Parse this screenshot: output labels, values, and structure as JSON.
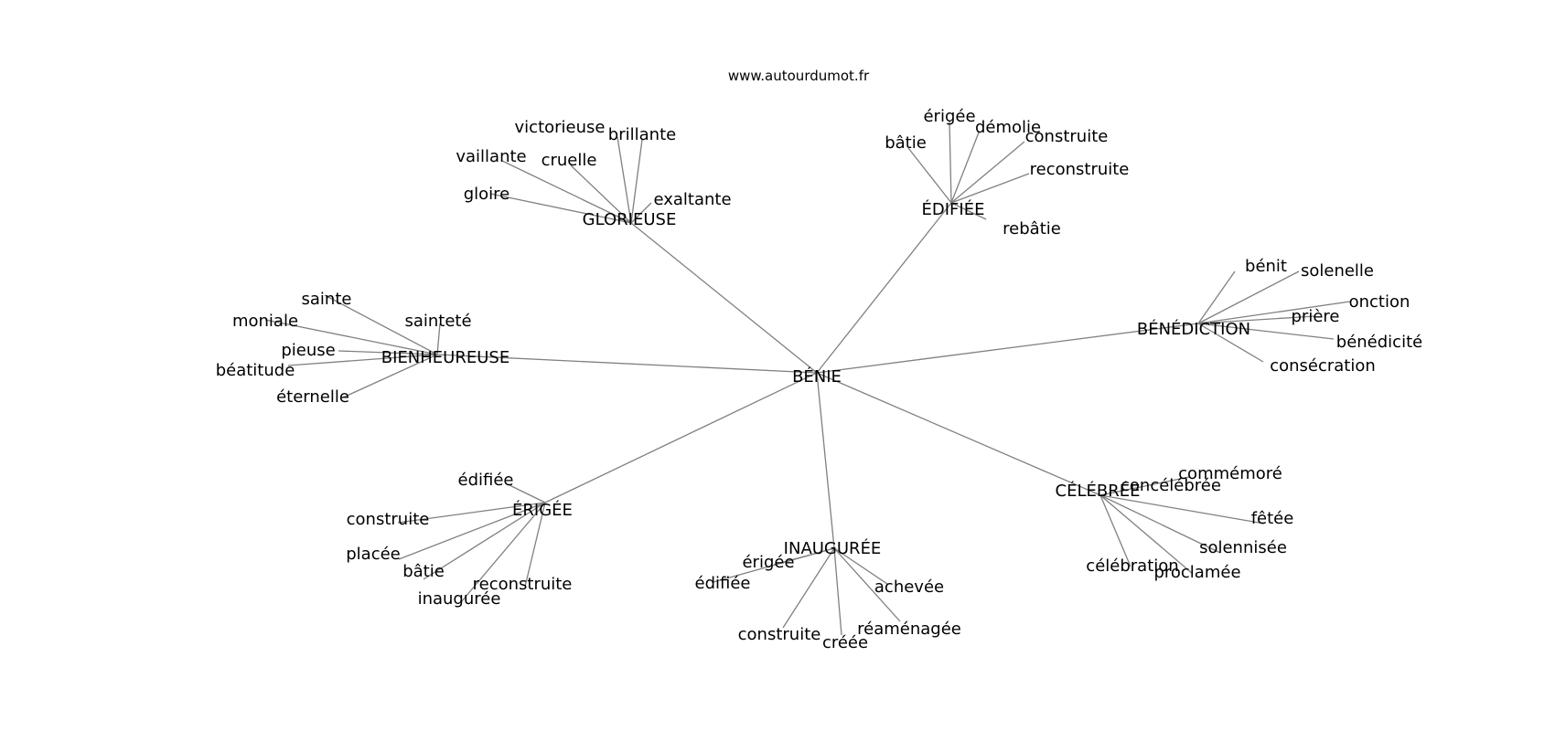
{
  "site": "www.autourdumot.fr",
  "center": "BÉNIE",
  "clusters": [
    {
      "hub": "GLORIEUSE",
      "leaves": [
        "victorieuse",
        "brillante",
        "vaillante",
        "cruelle",
        "gloire",
        "exaltante"
      ]
    },
    {
      "hub": "ÉDIFIÉE",
      "leaves": [
        "érigée",
        "démolie",
        "construite",
        "bâtie",
        "reconstruite",
        "rebâtie"
      ]
    },
    {
      "hub": "BÉNÉDICTION",
      "leaves": [
        "bénit",
        "solenelle",
        "onction",
        "prière",
        "bénédicité",
        "consécration"
      ]
    },
    {
      "hub": "BIENHEUREUSE",
      "leaves": [
        "sainte",
        "moniale",
        "sainteté",
        "pieuse",
        "béatitude",
        "éternelle"
      ]
    },
    {
      "hub": "ÉRIGÉE",
      "leaves": [
        "édifiée",
        "construite",
        "placée",
        "bâtie",
        "reconstruite",
        "inaugurée"
      ]
    },
    {
      "hub": "INAUGURÉE",
      "leaves": [
        "érigée",
        "édifiée",
        "achevée",
        "réaménagée",
        "construite",
        "créée"
      ]
    },
    {
      "hub": "CÉLÉBRÉE",
      "leaves": [
        "commémoré",
        "concélébrée",
        "fêtée",
        "solennisée",
        "célébration",
        "proclamée"
      ]
    }
  ]
}
